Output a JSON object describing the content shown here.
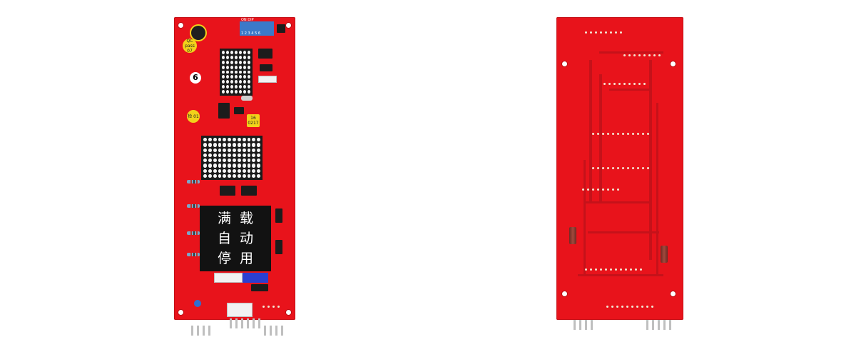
{
  "front_board": {
    "display_lines": [
      "满载",
      "自动",
      "停用"
    ],
    "floor_badge": "6",
    "qc_sticker": "QC pass 07",
    "inspection_sticker": "检 01",
    "date_sticker": "16 0217",
    "dip_switch_label": "ON DIP",
    "dip_numbers": "1 2 3 4 5 6"
  },
  "colors": {
    "board": "#e8131b",
    "lcd": "#121212",
    "led_matrix": "#1b1b1b",
    "dip_switch": "#3b79c9"
  }
}
